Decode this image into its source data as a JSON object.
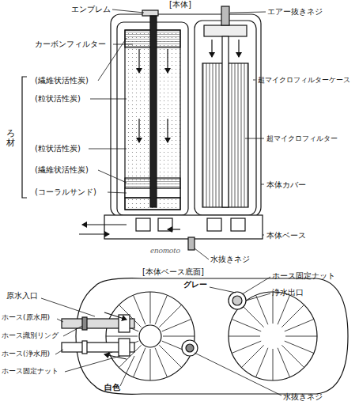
{
  "diagram": {
    "labels": [
      "[本体]",
      "エンブレム",
      "エアー抜きネジ",
      "カーボンフィルター",
      "(繊維状活性炭)",
      "(粒状活性炭)",
      "ろ材",
      "(粒状活性炭)",
      "(繊維状活性炭)",
      "(コーラルサンド)",
      "超マイクロフィルターケース",
      "超マイクロフィルター",
      "本体カバー",
      "本体ベース",
      "水抜きネジ",
      "enomoto",
      "[本体ベース底面]",
      "グレー",
      "原水入口",
      "ホース固定ナット",
      "浄水出口",
      "ホース(原水用)",
      "ホース識別リング",
      "ホース(浄水用)",
      "ホース固定ナット",
      "白色",
      "水抜きネジ"
    ]
  }
}
